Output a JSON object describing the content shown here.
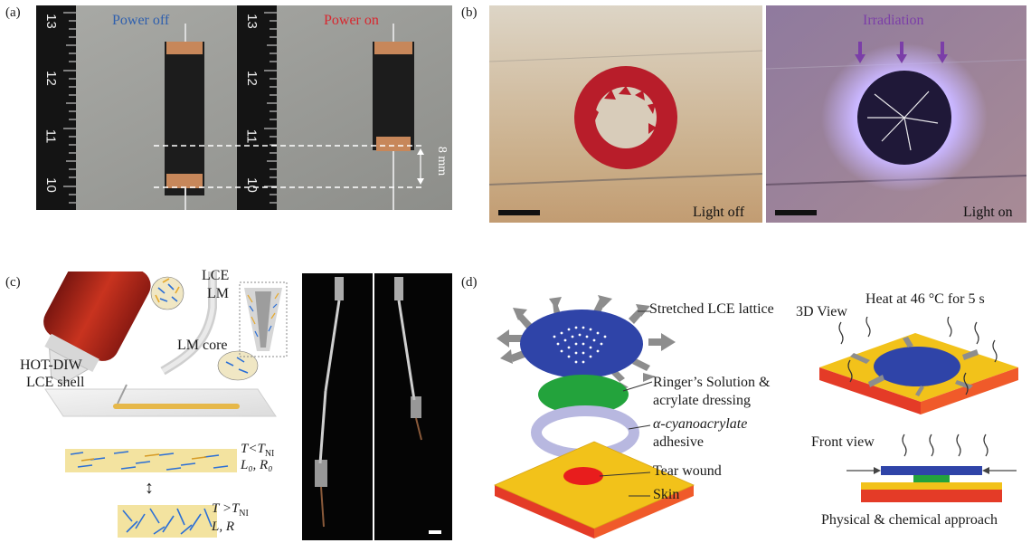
{
  "panels": {
    "a": {
      "label": "(a)",
      "power_off": "Power off",
      "power_on": "Power on",
      "ruler_ticks": [
        "13",
        "12",
        "11",
        "10"
      ],
      "distance": "8 mm",
      "colors": {
        "power_off": "#2e5fae",
        "power_on": "#d8262e"
      }
    },
    "b": {
      "label": "(b)",
      "irradiation": "Irradiation",
      "light_off": "Light off",
      "light_on": "Light on",
      "colors": {
        "irradiation": "#7b3ea8"
      }
    },
    "c": {
      "label": "(c)",
      "lce": "LCE",
      "lm": "LM",
      "lm_core": "LM core",
      "hot_diw": "HOT-DIW",
      "lce_shell": "LCE shell",
      "t_less": "T<T",
      "t_less_sub": "NI",
      "l0r0": "L₀, R₀",
      "t_greater": "T >T",
      "t_greater_sub": "NI",
      "lr": "L, R",
      "arrow": "↕"
    },
    "d": {
      "label": "(d)",
      "stretched": "Stretched LCE lattice",
      "view3d": "3D View",
      "heat": "Heat at 46 °C for 5 s",
      "ringer_line1": "Ringer’s Solution &",
      "ringer_line2": "acrylate dressing",
      "cyano_line1": "α-cyanoacrylate",
      "cyano_line2": "adhesive",
      "tear": "Tear wound",
      "skin": "Skin",
      "front_view": "Front view",
      "physical": "Physical & chemical approach"
    }
  }
}
